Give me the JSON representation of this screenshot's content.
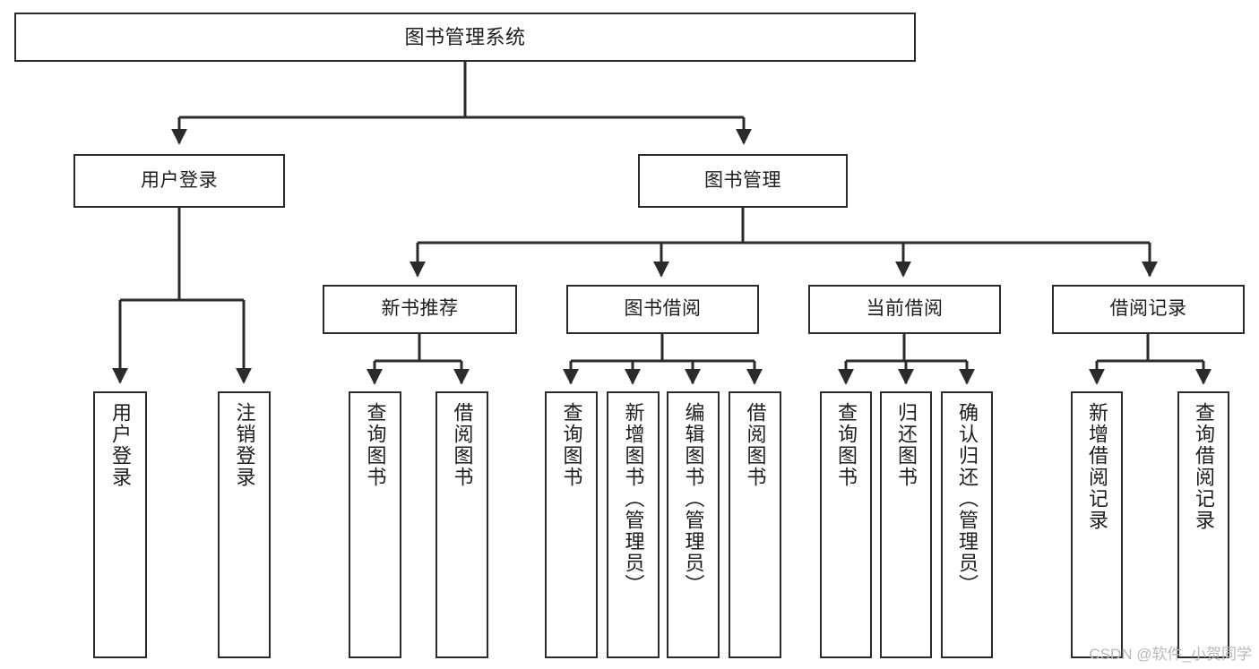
{
  "diagram": {
    "title": "图书管理系统",
    "type": "tree-hierarchy",
    "watermark": "CSDN @软件_小贺同学",
    "colors": {
      "box_border": "#2b2b2b",
      "box_fill": "#ffffff",
      "edge": "#2b2b2b",
      "text": "#1d1d1d",
      "watermark": "#b9b9b9",
      "background": "#ffffff"
    },
    "nodes": {
      "root": {
        "label": "图书管理系统"
      },
      "level2": [
        {
          "id": "user-login",
          "label": "用户登录"
        },
        {
          "id": "book-manage",
          "label": "图书管理"
        }
      ],
      "level3": [
        {
          "id": "new-book-recommend",
          "label": "新书推荐"
        },
        {
          "id": "book-borrow",
          "label": "图书借阅"
        },
        {
          "id": "current-borrow",
          "label": "当前借阅"
        },
        {
          "id": "borrow-record",
          "label": "借阅记录"
        }
      ],
      "leaves": {
        "user-login": [
          {
            "id": "leaf-user-login",
            "label": "用户登录"
          },
          {
            "id": "leaf-logout-login",
            "label": "注销登录"
          }
        ],
        "new-book-recommend": [
          {
            "id": "leaf-query-book-1",
            "label": "查询图书"
          },
          {
            "id": "leaf-borrow-book-1",
            "label": "借阅图书"
          }
        ],
        "book-borrow": [
          {
            "id": "leaf-query-book-2",
            "label": "查询图书"
          },
          {
            "id": "leaf-add-book",
            "label": "新增图书（管理员）"
          },
          {
            "id": "leaf-edit-book",
            "label": "编辑图书（管理员）"
          },
          {
            "id": "leaf-borrow-book-2",
            "label": "借阅图书"
          }
        ],
        "current-borrow": [
          {
            "id": "leaf-query-book-3",
            "label": "查询图书"
          },
          {
            "id": "leaf-return-book",
            "label": "归还图书"
          },
          {
            "id": "leaf-confirm-return",
            "label": "确认归还（管理员）"
          }
        ],
        "borrow-record": [
          {
            "id": "leaf-add-record",
            "label": "新增借阅记录"
          },
          {
            "id": "leaf-query-record",
            "label": "查询借阅记录"
          }
        ]
      }
    }
  }
}
